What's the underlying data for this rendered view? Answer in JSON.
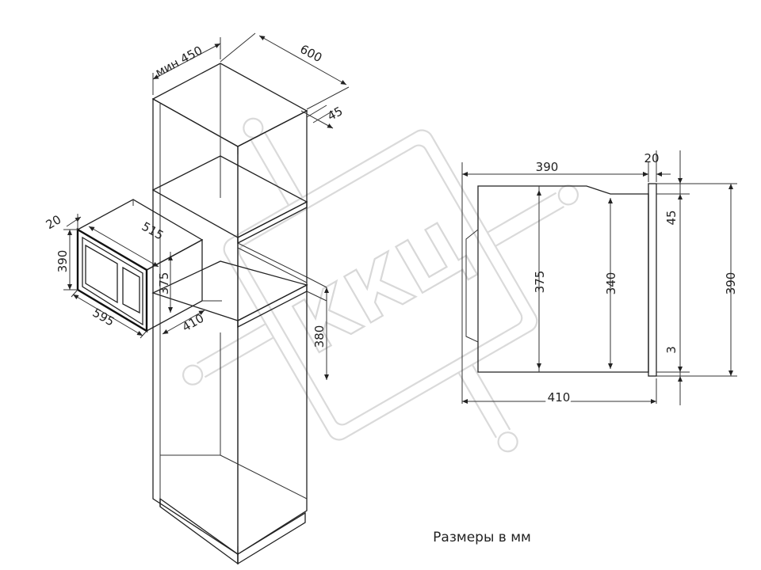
{
  "caption": "Размеры в мм",
  "watermark": "ККЦ",
  "cabinet_dims": {
    "min_width": "мин 450",
    "depth": "600",
    "frame": "45",
    "niche_height": "380"
  },
  "oven_dims": {
    "front_width": "595",
    "front_height": "390",
    "body_width": "515",
    "body_height": "375",
    "body_depth": "410",
    "frame_thickness": "20"
  },
  "side_view_dims": {
    "top_depth": "390",
    "front_thickness": "20",
    "body_height": "375",
    "inner_height": "340",
    "total_depth": "410",
    "frame_top": "45",
    "frame_bottom": "3",
    "front_height": "390"
  },
  "colors": {
    "lines": "#222222",
    "watermark": "#dadada"
  }
}
